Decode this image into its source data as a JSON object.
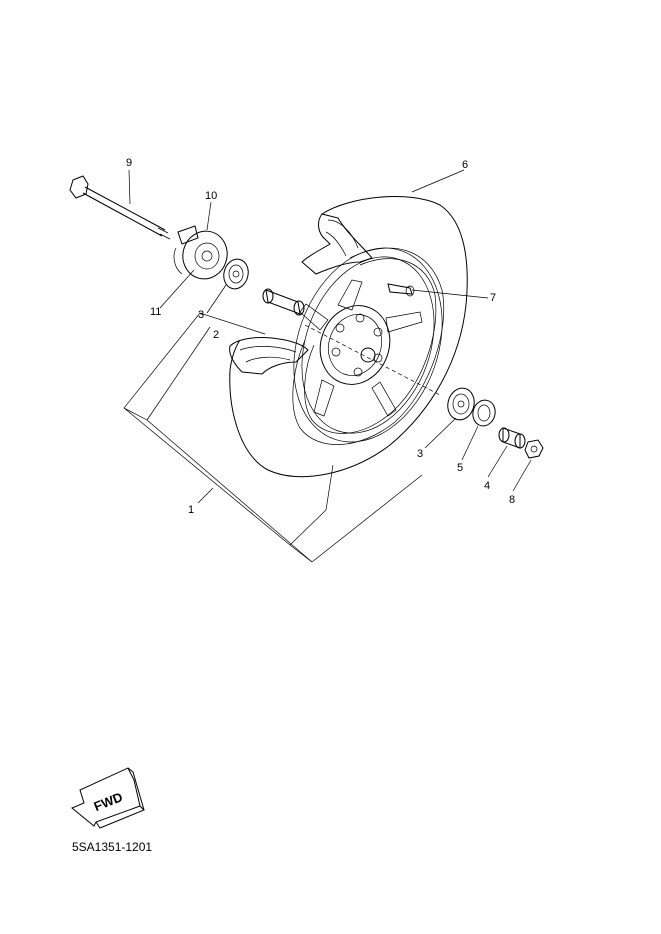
{
  "diagram": {
    "callouts": [
      {
        "id": "1",
        "text": "1"
      },
      {
        "id": "2",
        "text": "2"
      },
      {
        "id": "3a",
        "text": "3"
      },
      {
        "id": "3b",
        "text": "3"
      },
      {
        "id": "4",
        "text": "4"
      },
      {
        "id": "5",
        "text": "5"
      },
      {
        "id": "6",
        "text": "6"
      },
      {
        "id": "7",
        "text": "7"
      },
      {
        "id": "8",
        "text": "8"
      },
      {
        "id": "9",
        "text": "9"
      },
      {
        "id": "10",
        "text": "10"
      },
      {
        "id": "11",
        "text": "11"
      }
    ],
    "direction_label": "FWD",
    "diagram_code": "5SA1351-1201"
  }
}
